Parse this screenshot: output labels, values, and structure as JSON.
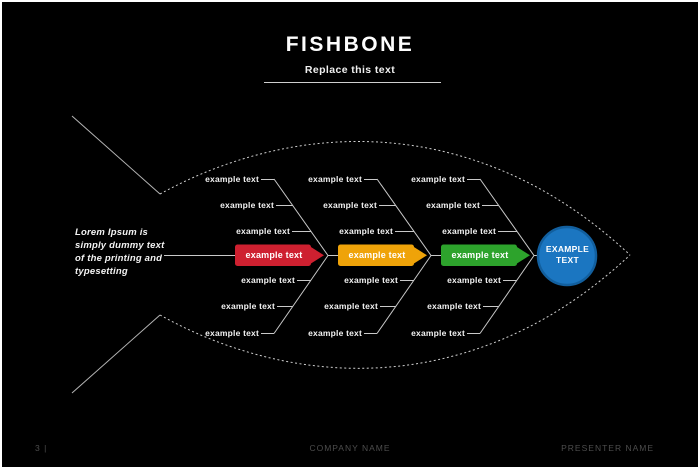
{
  "slide": {
    "title": "FISHBONE",
    "subtitle": "Replace this text",
    "footer": {
      "page": "3 |",
      "company": "COMPANY NAME",
      "presenter": "PRESENTER NAME"
    }
  },
  "fishbone": {
    "tail_text": "Lorem Ipsum is simply dummy text of the printing and typesetting",
    "tail_text_lines": [
      "Lorem Ipsum is",
      "simply dummy text",
      "of the printing and",
      "typesetting"
    ],
    "head": {
      "label": "EXAMPLE TEXT",
      "fill": "#1b76c1",
      "stroke": "#125f9e"
    },
    "categories": [
      {
        "label": "example text",
        "color": "#ce2030",
        "top": [
          "example text",
          "example text",
          "example text"
        ],
        "bottom": [
          "example text",
          "example text",
          "example text"
        ]
      },
      {
        "label": "example text",
        "color": "#efa309",
        "top": [
          "example text",
          "example text",
          "example text"
        ],
        "bottom": [
          "example text",
          "example text",
          "example text"
        ]
      },
      {
        "label": "example text",
        "color": "#2da32c",
        "top": [
          "example text",
          "example text",
          "example text"
        ],
        "bottom": [
          "example text",
          "example text",
          "example text"
        ]
      }
    ],
    "line_color": "#c9c9c9"
  }
}
